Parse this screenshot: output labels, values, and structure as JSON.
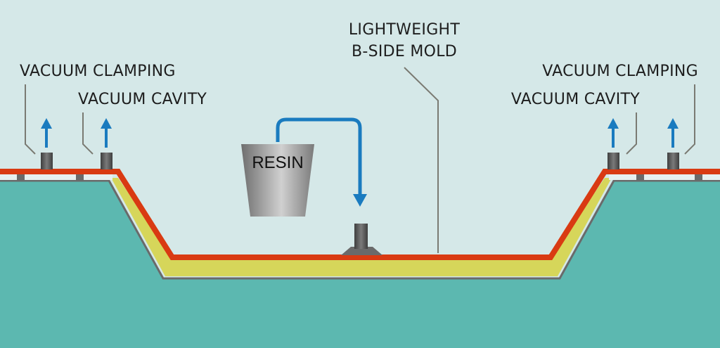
{
  "title": "Vacuum infusion with lightweight B-side mold",
  "labels": {
    "left_clamping": "VACUUM CLAMPING",
    "left_cavity": "VACUUM CAVITY",
    "mold_line1": "LIGHTWEIGHT",
    "mold_line2": "B-SIDE MOLD",
    "right_clamping": "VACUUM CLAMPING",
    "right_cavity": "VACUUM CAVITY",
    "resin": "RESIN"
  },
  "colors": {
    "background": "#d5e8e8",
    "mold_base": "#5cb8b0",
    "mold_edge": "#6a6a6a",
    "laminate": "#d6d65a",
    "b_side_mold": "#d93a12",
    "flow_arrow": "#1a7bbf",
    "leader_line": "#7a7a72",
    "port": "#505050"
  },
  "icons": {
    "vacuum_arrow": "arrow-up-icon",
    "resin_flow": "arrow-down-icon",
    "resin_container": "bucket-icon",
    "injection_port": "nozzle-icon"
  }
}
